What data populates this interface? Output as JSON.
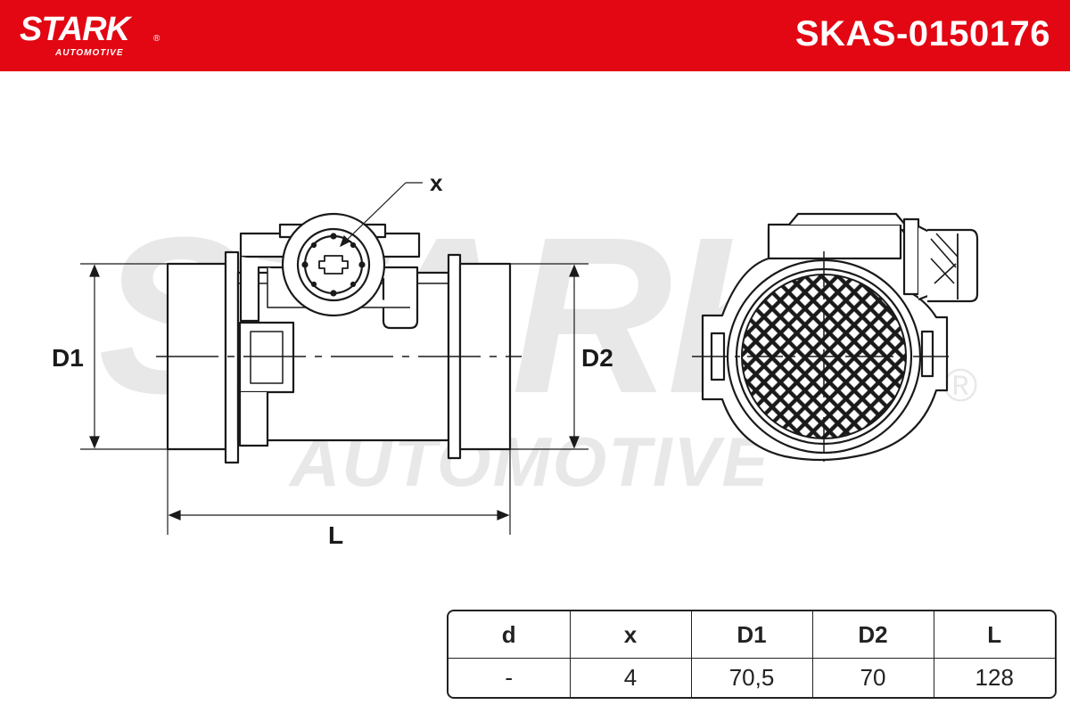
{
  "header": {
    "brand": "STARK",
    "brand_sub": "AUTOMOTIVE",
    "reg_mark": "®",
    "part_number": "SKAS-0150176",
    "color": "#e30613"
  },
  "watermark": {
    "word1": "STARK",
    "word2": "AUTOMOTIVE",
    "reg_mark": "®"
  },
  "drawing": {
    "labels": {
      "x": "x",
      "d1": "D1",
      "d2": "D2",
      "l": "L"
    }
  },
  "spec_table": {
    "headers": [
      "d",
      "x",
      "D1",
      "D2",
      "L"
    ],
    "values": [
      "-",
      "4",
      "70,5",
      "70",
      "128"
    ]
  }
}
